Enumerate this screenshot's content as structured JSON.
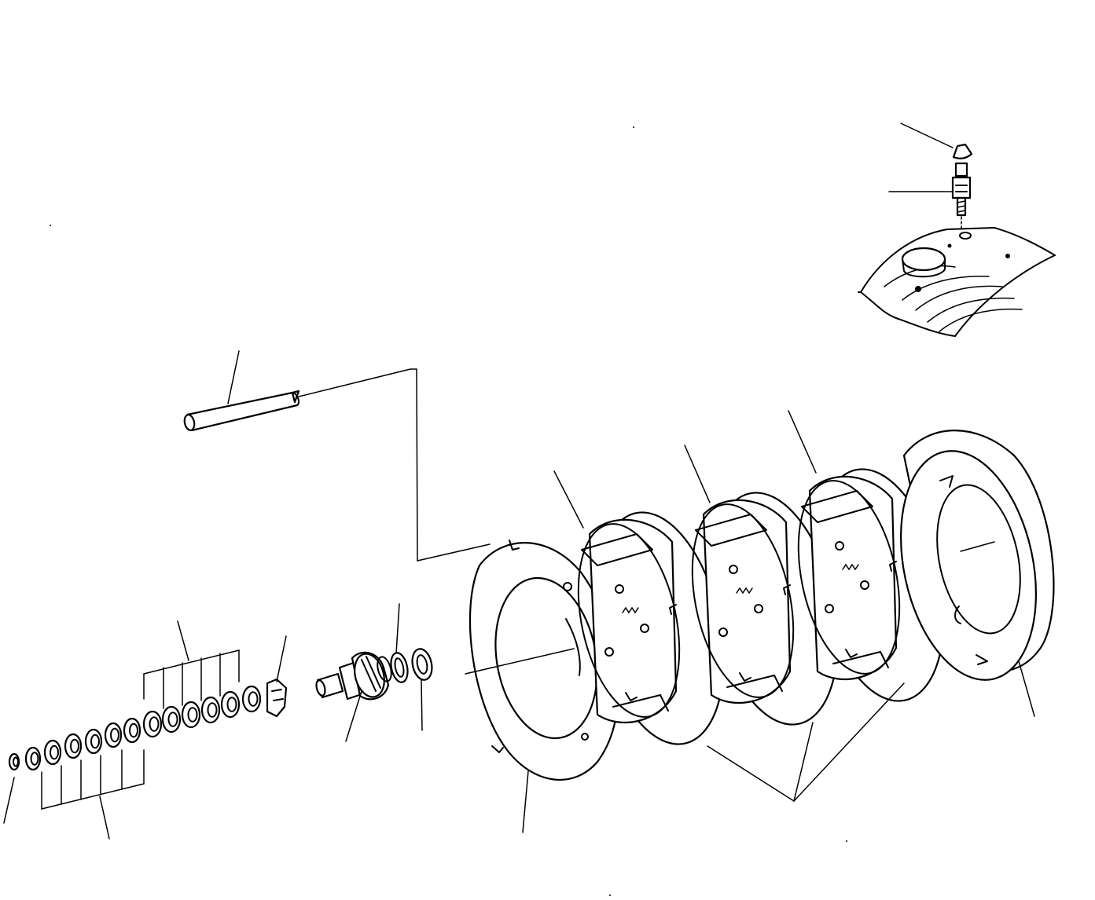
{
  "diagram": {
    "type": "exploded-parts-view",
    "line_color": "#000000",
    "background": "#ffffff",
    "parts": [
      {
        "name": "bleeder-cap"
      },
      {
        "name": "bleeder-screw"
      },
      {
        "name": "brake-housing"
      },
      {
        "name": "pin"
      },
      {
        "name": "adjuster-washers"
      },
      {
        "name": "adjuster-nut"
      },
      {
        "name": "piston"
      },
      {
        "name": "o-ring"
      },
      {
        "name": "backup-ring"
      },
      {
        "name": "pressure-plate"
      },
      {
        "name": "friction-discs"
      },
      {
        "name": "separator-plates"
      },
      {
        "name": "brake-drum"
      }
    ]
  }
}
